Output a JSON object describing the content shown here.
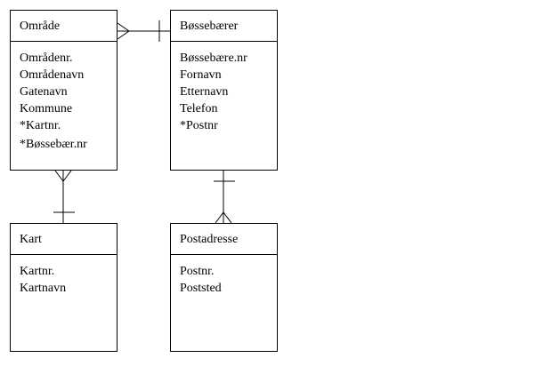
{
  "entities": {
    "omrade": {
      "title": "Område",
      "attributes": [
        "Områdenr.",
        "Områdenavn",
        "Gatenavn",
        "Kommune",
        "*Kartnr.",
        "*Bøssebær.nr"
      ]
    },
    "bossebaerer": {
      "title": "Bøssebærer",
      "attributes": [
        "Bøssebære.nr",
        "Fornavn",
        "Etternavn",
        "Telefon",
        "*Postnr"
      ]
    },
    "kart": {
      "title": "Kart",
      "attributes": [
        "Kartnr.",
        "Kartnavn"
      ]
    },
    "postadresse": {
      "title": "Postadresse",
      "attributes": [
        "Postnr.",
        "Poststed"
      ]
    }
  },
  "relationships": [
    {
      "from": "omrade",
      "from_cardinality": "many",
      "to": "bossebaerer",
      "to_cardinality": "one"
    },
    {
      "from": "omrade",
      "from_cardinality": "many",
      "to": "kart",
      "to_cardinality": "one"
    },
    {
      "from": "bossebaerer",
      "from_cardinality": "one",
      "to": "postadresse",
      "to_cardinality": "many"
    }
  ]
}
